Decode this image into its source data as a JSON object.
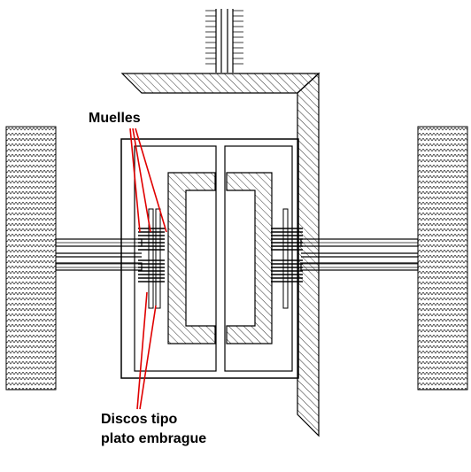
{
  "labels": {
    "springs": "Muelles",
    "discs_line1": "Discos tipo",
    "discs_line2": "plato embrague"
  },
  "colors": {
    "line": "#000000",
    "leader": "#e00000",
    "background": "#ffffff"
  }
}
